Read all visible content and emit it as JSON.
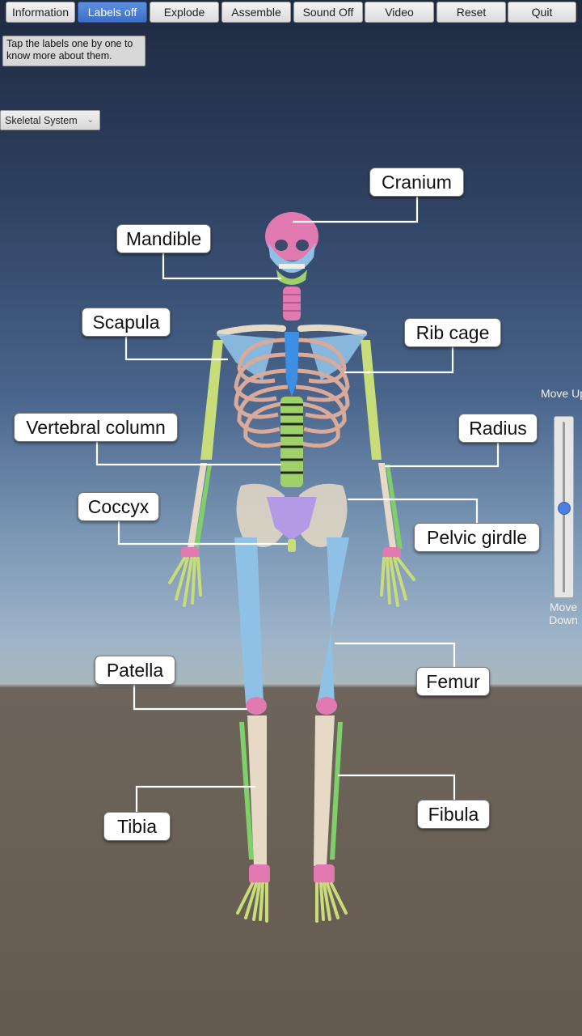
{
  "toolbar": {
    "buttons": [
      {
        "label": "Information",
        "active": false
      },
      {
        "label": "Labels off",
        "active": true
      },
      {
        "label": "Explode",
        "active": false
      },
      {
        "label": "Assemble",
        "active": false
      },
      {
        "label": "Sound Off",
        "active": false
      },
      {
        "label": "Video",
        "active": false
      },
      {
        "label": "Reset",
        "active": false
      },
      {
        "label": "Quit",
        "active": false
      }
    ]
  },
  "instruction": "Tap the labels one by one to know more about them.",
  "system_select": {
    "selected": "Skeletal System"
  },
  "labels": {
    "cranium": "Cranium",
    "mandible": "Mandible",
    "scapula": "Scapula",
    "rib_cage": "Rib cage",
    "vertebral_column": "Vertebral column",
    "radius": "Radius",
    "coccyx": "Coccyx",
    "pelvic_girdle": "Pelvic girdle",
    "patella": "Patella",
    "femur": "Femur",
    "tibia": "Tibia",
    "fibula": "Fibula"
  },
  "slider": {
    "top_label": "Move Up",
    "bottom_label": "Move Down",
    "value": 0.5
  },
  "colors": {
    "active_button": "#4a7fd6",
    "pink": "#e07ab0",
    "blue": "#7fb8e6",
    "green": "#9fd06a",
    "bone": "#e6d9c6",
    "violet": "#b49ae6"
  }
}
